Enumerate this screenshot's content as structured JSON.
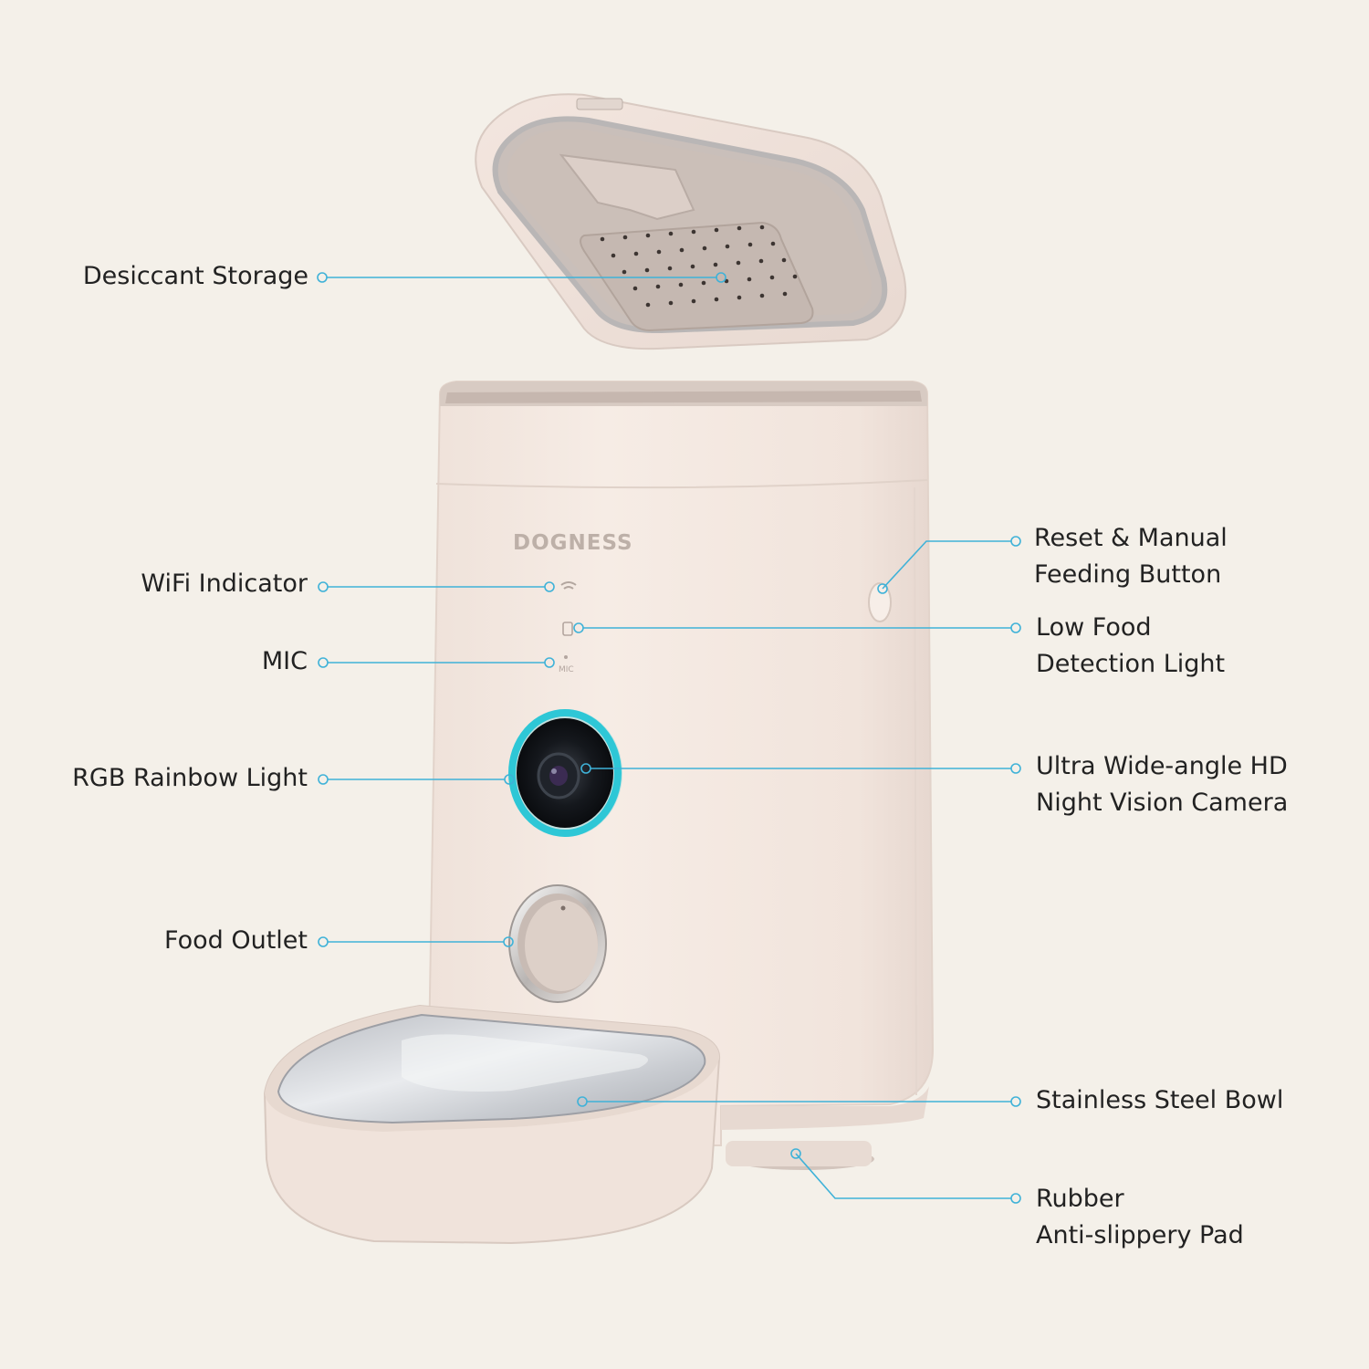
{
  "colors": {
    "background": "#f4f0e9",
    "device": "#f3e7df",
    "callout_line": "#3fb2d8",
    "label_text": "#222222",
    "rgb_ring": "#2ec7d6"
  },
  "device": {
    "brand": "DOGNESS",
    "mic_mark": "MIC"
  },
  "callouts": {
    "desiccant_storage": "Desiccant Storage",
    "wifi_indicator": "WiFi Indicator",
    "mic": "MIC",
    "rgb_rainbow_light": "RGB Rainbow Light",
    "food_outlet": "Food Outlet",
    "reset_button": [
      "Reset & Manual",
      "Feeding Button"
    ],
    "low_food_light": [
      "Low Food",
      "Detection Light"
    ],
    "camera": [
      "Ultra Wide-angle HD",
      "Night Vision Camera"
    ],
    "steel_bowl": "Stainless Steel Bowl",
    "rubber_pad": [
      "Rubber",
      "Anti-slippery Pad"
    ]
  }
}
